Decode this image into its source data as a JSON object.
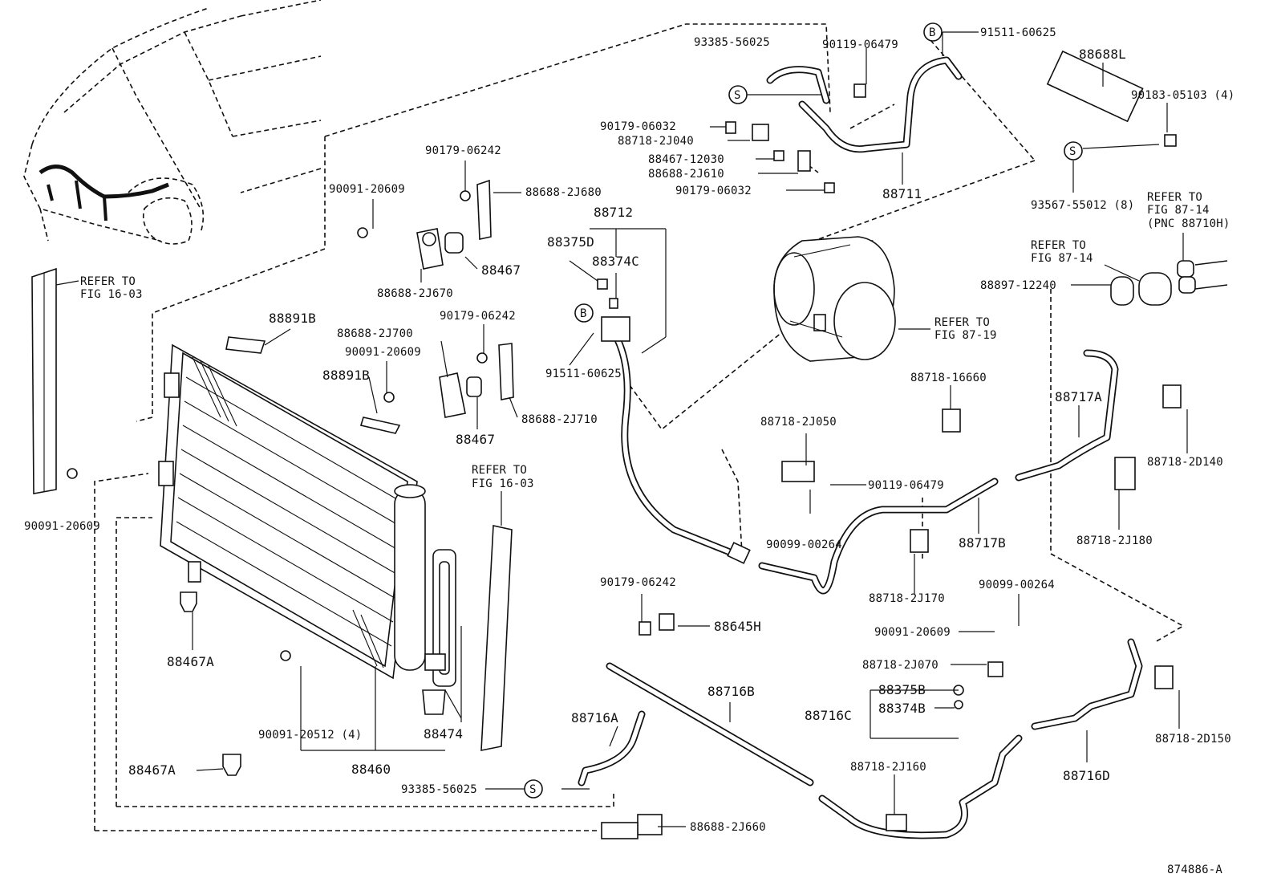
{
  "diagram_id": "874886-A",
  "symbols": {
    "s": "S",
    "b": "B"
  },
  "labels": {
    "p93385_top": "93385-56025",
    "p90119_top": "90119-06479",
    "p91511_top": "91511-60625",
    "p88688L": "88688L",
    "p90183": "90183-05103 (4)",
    "p93567": "93567-55012 (8)",
    "p90179_a": "90179-06032",
    "p88718_2J040": "88718-2J040",
    "p88467_12030": "88467-12030",
    "p88688_2J610": "88688-2J610",
    "p90179_b": "90179-06032",
    "p88711": "88711",
    "p90179_06242_a": "90179-06242",
    "p88688_2J680": "88688-2J680",
    "p90091_a": "90091-20609",
    "p88467_a": "88467",
    "p88688_2J670": "88688-2J670",
    "p88712": "88712",
    "p88375D": "88375D",
    "p88374C": "88374C",
    "p91511_mid": "91511-60625",
    "p88891B_a": "88891B",
    "p88688_2J700": "88688-2J700",
    "p90179_06242_b": "90179-06242",
    "p90091_b": "90091-20609",
    "p88891B_b": "88891B",
    "p88688_2J710": "88688-2J710",
    "p88467_b": "88467",
    "p90091_c": "90091-20609",
    "p88467A_a": "88467A",
    "p90091_20512": "90091-20512 (4)",
    "p88460": "88460",
    "p88474": "88474",
    "p88467A_b": "88467A",
    "p88897": "88897-12240",
    "p88718_16660": "88718-16660",
    "p88718_2J050": "88718-2J050",
    "p90119_mid": "90119-06479",
    "p90099_a": "90099-00264",
    "p88717A": "88717A",
    "p88718_2D140": "88718-2D140",
    "p88718_2J180": "88718-2J180",
    "p88717B": "88717B",
    "p88718_2J170": "88718-2J170",
    "p90179_06242_c": "90179-06242",
    "p88645H": "88645H",
    "p90099_b": "90099-00264",
    "p90091_d": "90091-20609",
    "p88718_2J070": "88718-2J070",
    "p88375B": "88375B",
    "p88374B": "88374B",
    "p88716C": "88716C",
    "p88716B": "88716B",
    "p88716A": "88716A",
    "p88718_2J160": "88718-2J160",
    "p88716D": "88716D",
    "p88718_2D150": "88718-2D150",
    "p93385_bottom": "93385-56025",
    "p88688_2J660": "88688-2J660"
  },
  "refer_notes": {
    "fig16_left": [
      "REFER TO",
      "FIG 16-03"
    ],
    "fig16_right": [
      "REFER TO",
      "FIG 16-03"
    ],
    "fig87_19": [
      "REFER TO",
      "FIG 87-19"
    ],
    "fig87_14_a": [
      "REFER TO",
      "FIG 87-14"
    ],
    "fig87_14_b": [
      "REFER TO",
      "FIG 87-14",
      "(PNC 88710H)"
    ]
  }
}
